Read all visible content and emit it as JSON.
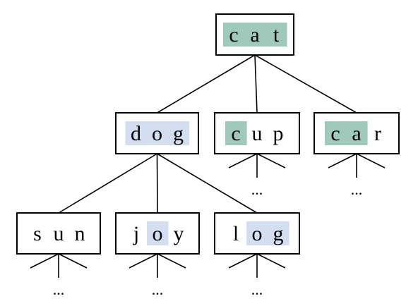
{
  "colors": {
    "match_root": "#9ec9bb",
    "match_child": "#d3def0"
  },
  "nodes": [
    {
      "id": "cat",
      "letters": [
        "c",
        "a",
        "t"
      ],
      "highlight": [
        0,
        1,
        2
      ],
      "hl_color": "match_root",
      "children": [
        "dog",
        "cup",
        "car"
      ]
    },
    {
      "id": "dog",
      "letters": [
        "d",
        "o",
        "g"
      ],
      "highlight": [
        0,
        1,
        2
      ],
      "hl_color": "match_child",
      "children": [
        "sun",
        "joy",
        "log"
      ]
    },
    {
      "id": "cup",
      "letters": [
        "c",
        "u",
        "p"
      ],
      "highlight": [
        0
      ],
      "hl_color": "match_root",
      "children": []
    },
    {
      "id": "car",
      "letters": [
        "c",
        "a",
        "r"
      ],
      "highlight": [
        0,
        1
      ],
      "hl_color": "match_root",
      "children": []
    },
    {
      "id": "sun",
      "letters": [
        "s",
        "u",
        "n"
      ],
      "highlight": [],
      "hl_color": "match_child",
      "children": []
    },
    {
      "id": "joy",
      "letters": [
        "j",
        "o",
        "y"
      ],
      "highlight": [
        1
      ],
      "hl_color": "match_child",
      "children": []
    },
    {
      "id": "log",
      "letters": [
        "l",
        "o",
        "g"
      ],
      "highlight": [
        1,
        2
      ],
      "hl_color": "match_child",
      "children": []
    }
  ],
  "ellipsis_text": "...",
  "ellipsis_under": [
    "cup",
    "car",
    "sun",
    "joy",
    "log"
  ]
}
